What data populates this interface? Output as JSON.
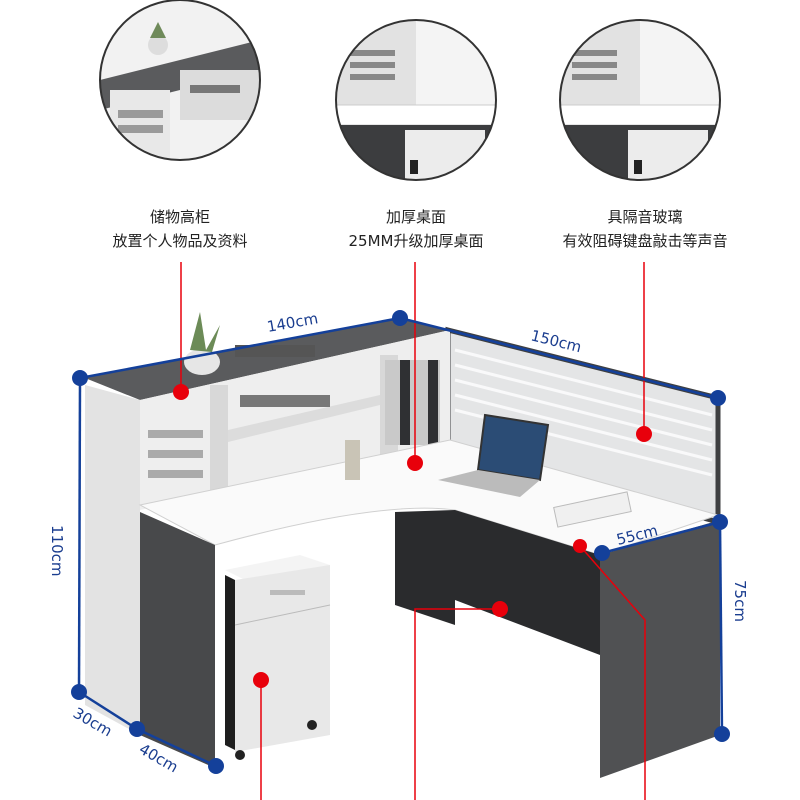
{
  "features": [
    {
      "title": "储物高柜",
      "desc": "放置个人物品及资料"
    },
    {
      "title": "加厚桌面",
      "desc": "25MM升级加厚桌面"
    },
    {
      "title": "具隔音玻璃",
      "desc": "有效阻碍键盘敲击等声音"
    }
  ],
  "dimensions": {
    "width_left": "140cm",
    "width_right": "150cm",
    "height_total": "110cm",
    "desk_height": "75cm",
    "return_depth": "55cm",
    "cabinet_depth": "30cm",
    "desk_depth": "40cm"
  },
  "colors": {
    "dimension_blue": "#14409a",
    "callout_red": "#e8000b",
    "panel_dark": "#4a4b4d",
    "panel_light": "#e4e5e6"
  }
}
